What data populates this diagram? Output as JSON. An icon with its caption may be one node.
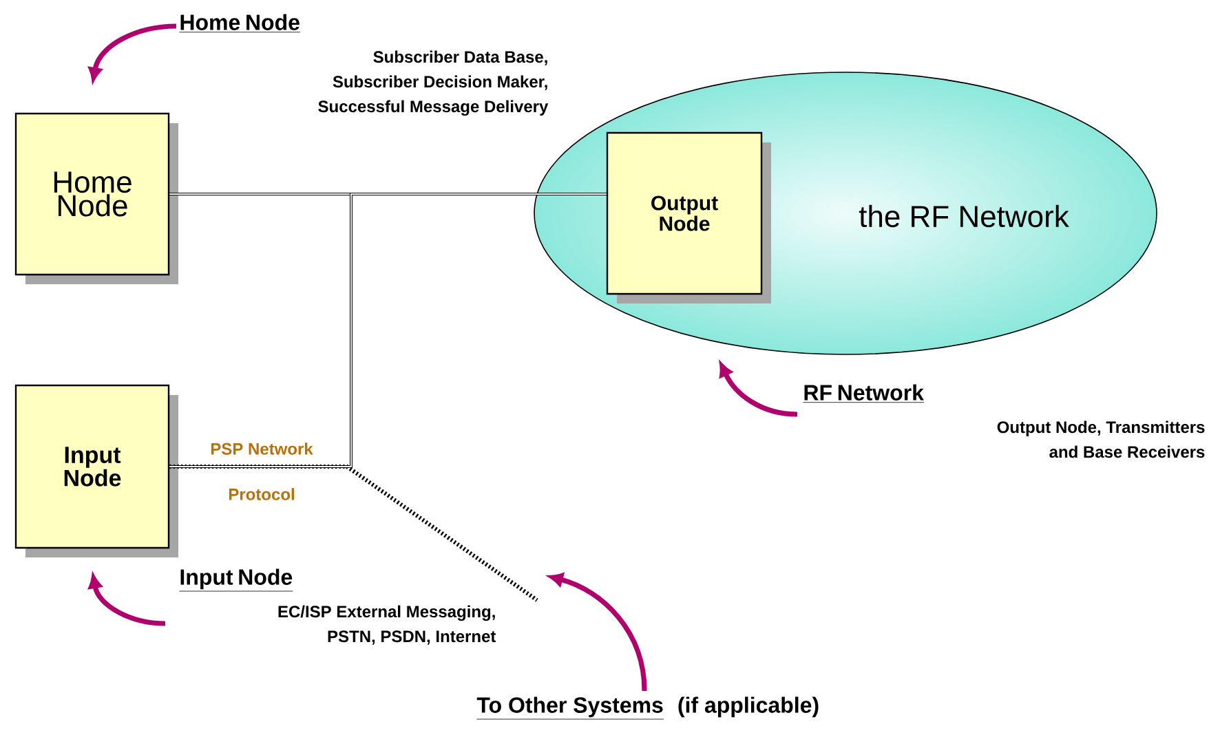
{
  "diagram": {
    "nodes": [
      {
        "text": [
          "Home Node"
        ]
      },
      {
        "text": [
          "the RF Network"
        ]
      },
      {
        "text": [
          "Output Node"
        ],
        "in": 1
      },
      {
        "text": [
          "Input Node"
        ]
      },
      {
        "text": [
          "Home Node",
          "Subscriber Data Base, Subscriber Decision Maker, Successful Message Delivery"
        ]
      },
      {
        "text": [
          "RF Network",
          "Output Node, Transmitters and Base Receivers"
        ]
      },
      {
        "text": [
          "Input Node",
          "EC/ISP External Messaging, PSTN, PSDN, Internet"
        ]
      },
      {
        "text": [
          "To Other Systems",
          "(if applicable)"
        ]
      }
    ],
    "edges": [
      {
        "from": 0,
        "to": 2,
        "arrow": "none"
      },
      {
        "from": 3,
        "to": 0,
        "arrow": "none"
      },
      {
        "from": 3,
        "to": 2,
        "arrow": "none"
      },
      {
        "from": 3,
        "to": null,
        "arrow": "none",
        "style": "dashed"
      },
      {
        "from": 4,
        "to": 0,
        "arrow": "to",
        "color": "#b0006e"
      },
      {
        "from": 5,
        "to": 1,
        "arrow": "to",
        "color": "#b0006e"
      },
      {
        "from": 6,
        "to": 3,
        "arrow": "to",
        "color": "#b0006e"
      },
      {
        "from": 7,
        "to": null,
        "arrow": "to",
        "color": "#b0006e"
      }
    ],
    "labels": [
      "PSP Network",
      "Protocol"
    ]
  }
}
